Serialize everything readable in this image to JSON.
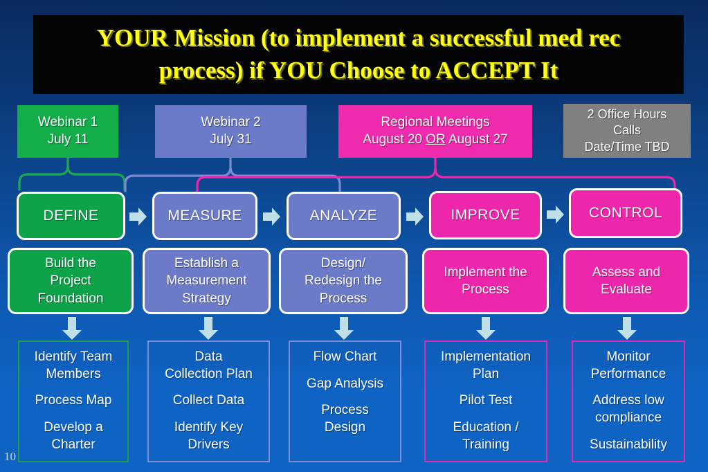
{
  "slide": {
    "page_number": "10",
    "background_top_color": "#0a2a5e",
    "background_bottom_color": "#0f63c2"
  },
  "title": {
    "line1": "YOUR Mission (to implement a successful med rec",
    "line2": "process) if YOU Choose to ACCEPT It",
    "text_color": "#ffff1a",
    "banner_color": "#050505"
  },
  "events": [
    {
      "name": "webinar-1",
      "line1": "Webinar  1",
      "line2": "July 11",
      "color": "#13ad4a"
    },
    {
      "name": "webinar-2",
      "line1": "Webinar  2",
      "line2": "July 31",
      "color": "#6b7bc8"
    },
    {
      "name": "regional-meetings",
      "line1": "Regional Meetings",
      "line2_pre": "August 20 ",
      "line2_em": "OR",
      "line2_post": " August 27",
      "color": "#ee2bad"
    },
    {
      "name": "office-hours",
      "line1": "2 Office Hours",
      "line2": "Calls",
      "line3": "Date/Time TBD",
      "color": "#808080"
    }
  ],
  "phases": [
    {
      "label": "DEFINE",
      "color": "#0ea349"
    },
    {
      "label": "MEASURE",
      "color": "#6b7bc8"
    },
    {
      "label": "ANALYZE",
      "color": "#6b7bc8"
    },
    {
      "label": "IMPROVE",
      "color": "#ec27ab"
    },
    {
      "label": "CONTROL",
      "color": "#ec27ab"
    }
  ],
  "descriptions": [
    {
      "text": "Build the\nProject\nFoundation",
      "color": "#0ea349"
    },
    {
      "text": "Establish a\nMeasurement\nStrategy",
      "color": "#6b7bc8"
    },
    {
      "text": "Design/\nRedesign the\nProcess",
      "color": "#6b7bc8"
    },
    {
      "text": "Implement the\nProcess",
      "color": "#ec27ab"
    },
    {
      "text": "Assess and\nEvaluate",
      "color": "#ec27ab"
    }
  ],
  "deliverables": [
    {
      "border_color": "#1c9c4c",
      "items": [
        "Identify Team\nMembers",
        "Process Map",
        "Develop a\nCharter"
      ]
    },
    {
      "border_color": "#7b8bd4",
      "items": [
        "Data\nCollection Plan",
        "Collect Data",
        "Identify Key\nDrivers"
      ]
    },
    {
      "border_color": "#7b8bd4",
      "items": [
        "Flow Chart",
        "Gap Analysis",
        "Process\nDesign"
      ]
    },
    {
      "border_color": "#dd2ab5",
      "items": [
        "Implementation\nPlan",
        "Pilot Test",
        "Education /\nTraining"
      ]
    },
    {
      "border_color": "#dd2ab5",
      "items": [
        "Monitor\nPerformance",
        "Address low\ncompliance",
        "Sustainability"
      ]
    }
  ],
  "arrows": {
    "flow_arrow_color": "#bfe0e6",
    "down_arrow_color": "#bfe0e6"
  },
  "connectors": [
    {
      "name": "webinar-1-to-define",
      "color": "#1fa84f"
    },
    {
      "name": "webinar-2-to-measure-analyze",
      "color": "#7b8bd4"
    },
    {
      "name": "regional-to-improve-control",
      "color": "#ec27ab"
    }
  ]
}
